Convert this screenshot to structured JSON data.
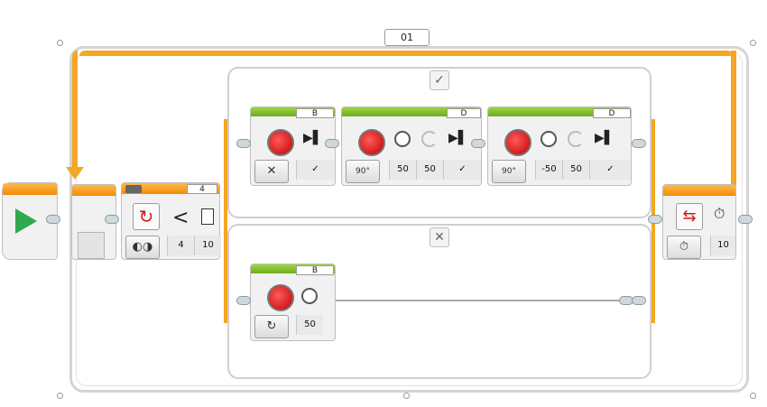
{
  "loop": {
    "name": "01",
    "end_block": {
      "value": "10"
    }
  },
  "start_block": {
    "icon": "play-icon"
  },
  "switch_block": {
    "port": "4",
    "values": [
      "4",
      "10"
    ],
    "compare_symbol": "<",
    "true_tab_icon": "check-icon",
    "false_tab_icon": "x-icon"
  },
  "true_case": {
    "block1": {
      "port": "B",
      "mode_icon": "x-icon"
    },
    "block2": {
      "port": "D",
      "mode_label": "90°",
      "values": [
        "50",
        "50"
      ]
    },
    "block3": {
      "port": "D",
      "mode_label": "90°",
      "values": [
        "-50",
        "50"
      ]
    }
  },
  "false_case": {
    "block1": {
      "port": "B",
      "value": "50"
    }
  },
  "colors": {
    "loop_orange": "#f5a623",
    "action_green": "#7bbd2a",
    "motor_red": "#d11a1a"
  }
}
